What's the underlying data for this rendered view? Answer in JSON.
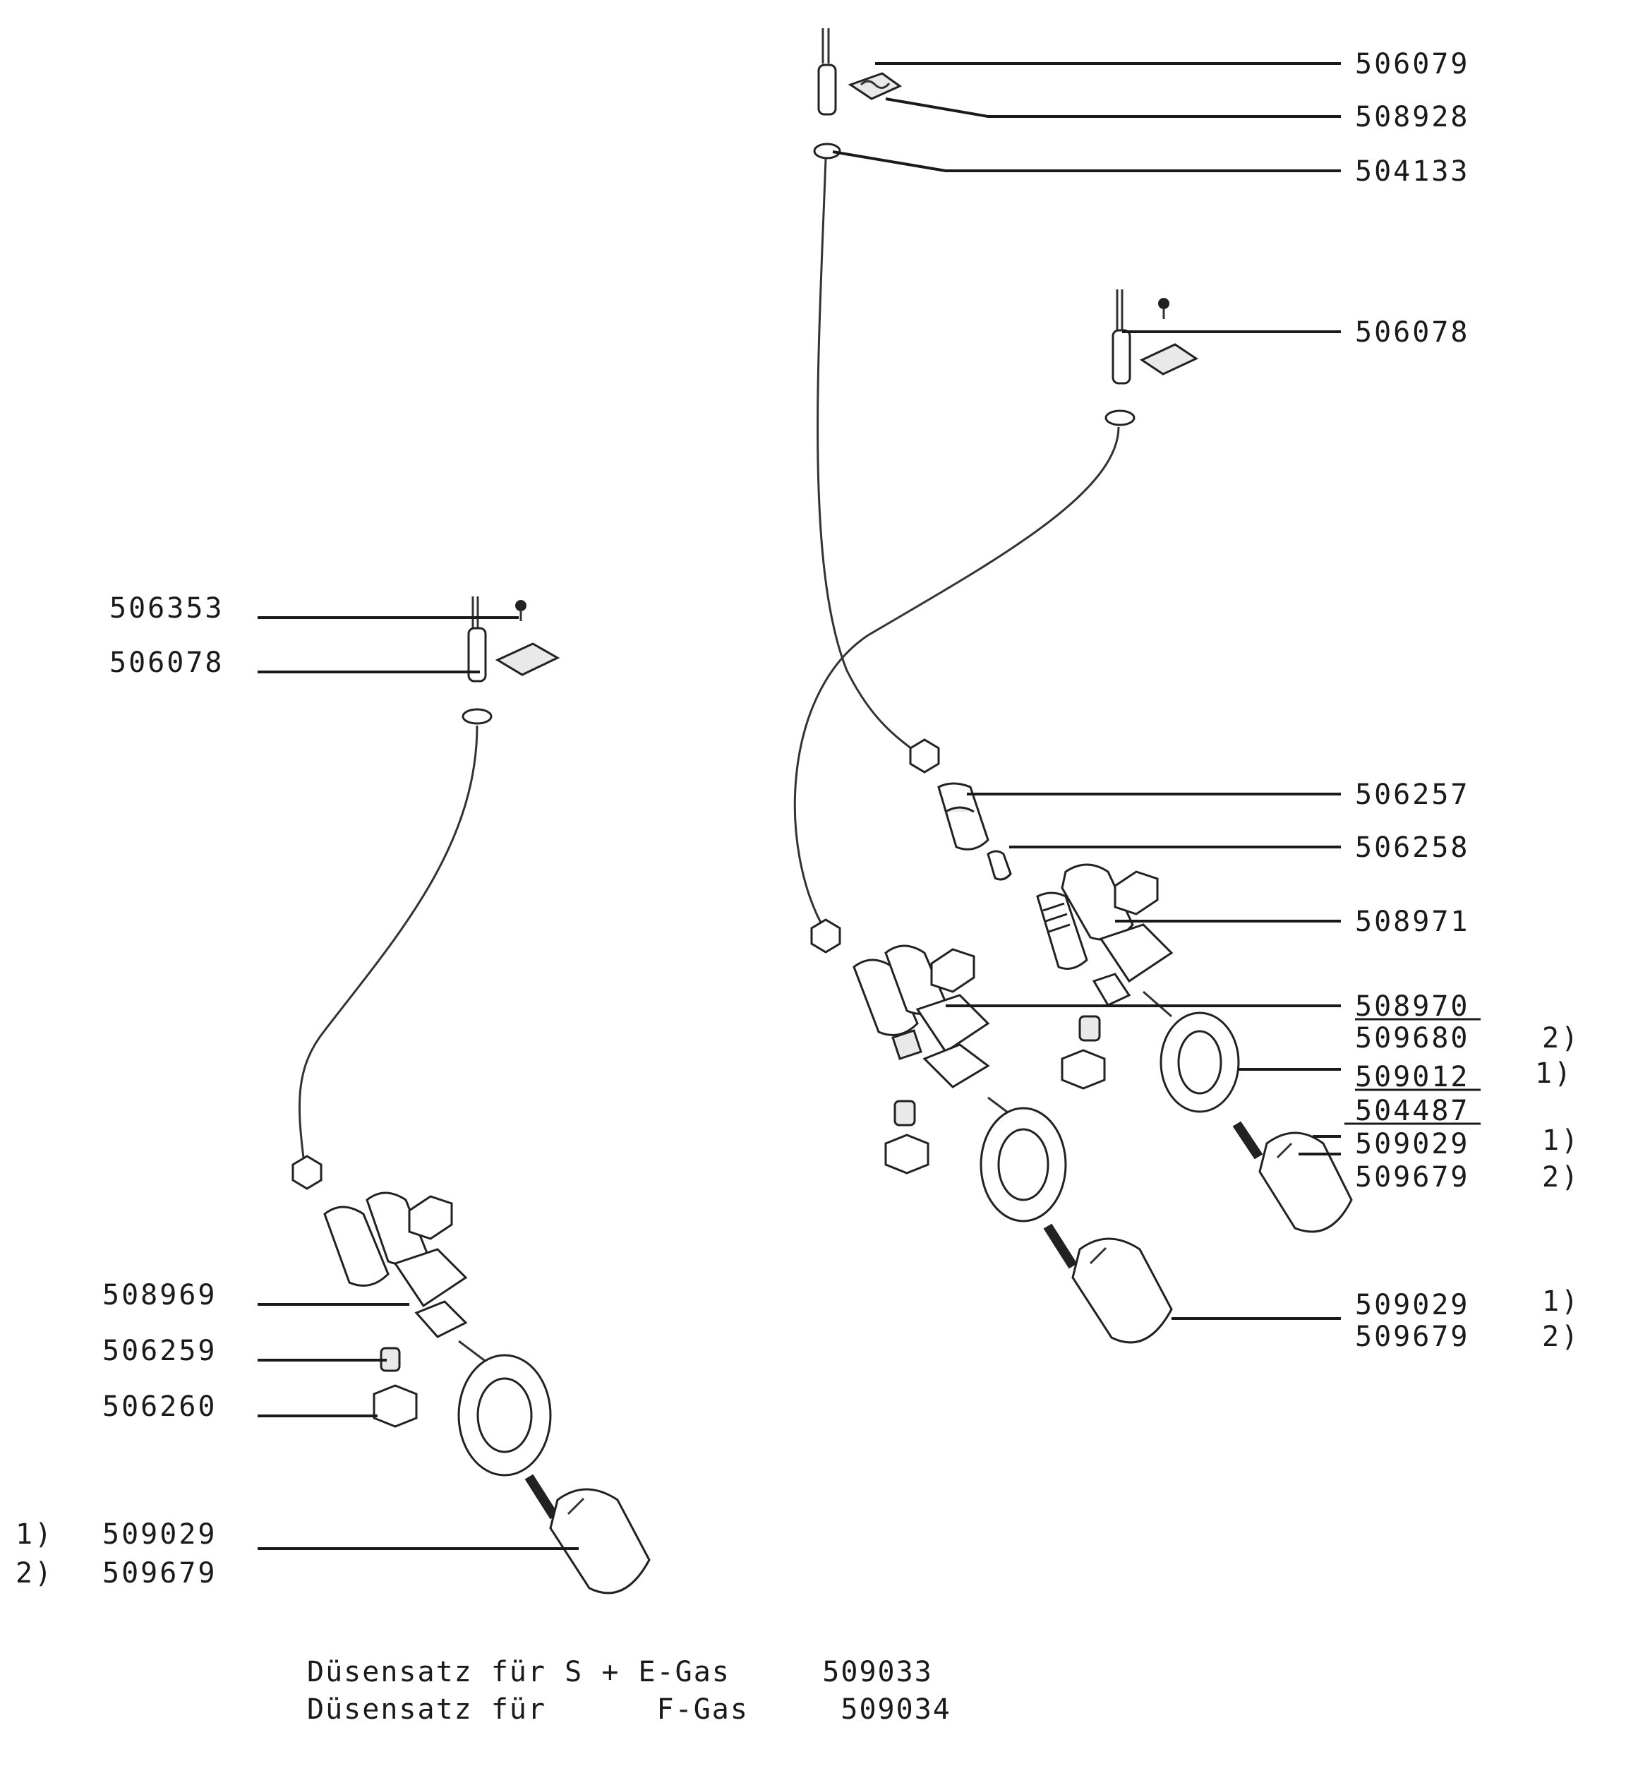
{
  "left_assembly": {
    "label_506353": "506353",
    "label_506078": "506078",
    "label_508969": "508969",
    "label_506259": "506259",
    "label_506260": "506260",
    "nozzle_note_1": "1)",
    "nozzle_part_1": "509029",
    "nozzle_note_2": "2)",
    "nozzle_part_2": "509679"
  },
  "right_assembly": {
    "label_506079": "506079",
    "label_508928": "508928",
    "label_504133": "504133",
    "label_506078": "506078",
    "label_506257": "506257",
    "label_506258": "506258",
    "label_508971": "508971",
    "label_508970": "508970",
    "label_509680": "509680",
    "note_509680": "2)",
    "label_509012": "509012",
    "note_509012": "1)",
    "label_504487": "504487",
    "label_509029_a": "509029",
    "note_509029_a": "1)",
    "label_509679_a": "509679",
    "note_509679_a": "2)",
    "label_509029_b": "509029",
    "note_509029_b": "1)",
    "label_509679_b": "509679",
    "note_509679_b": "2)"
  },
  "footer": {
    "line1": "Düsensatz für S + E-Gas     509033",
    "line2": "Düsensatz für      F-Gas     509034"
  }
}
